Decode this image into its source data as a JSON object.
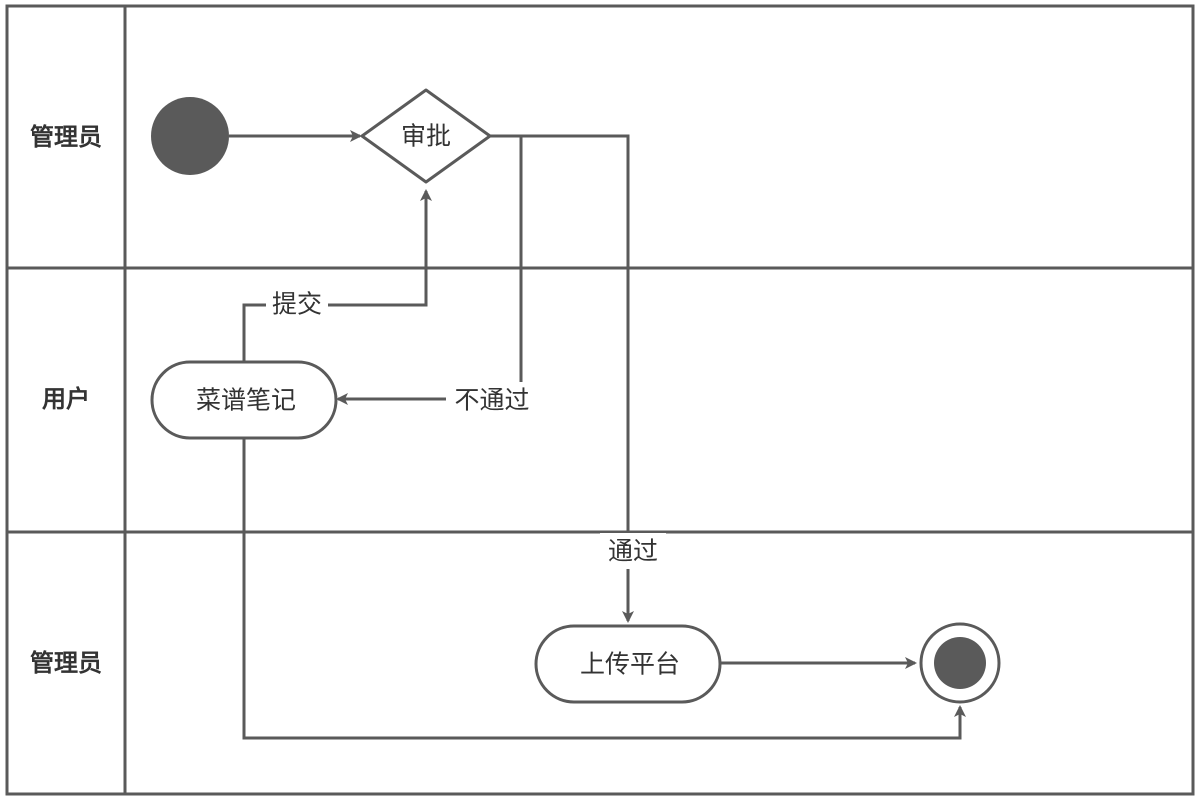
{
  "lanes": [
    {
      "label": "管理员"
    },
    {
      "label": "用户"
    },
    {
      "label": "管理员"
    }
  ],
  "nodes": {
    "initial": {
      "type": "initial"
    },
    "approve": {
      "type": "decision",
      "label": "审批"
    },
    "recipe_note": {
      "type": "activity",
      "label": "菜谱笔记"
    },
    "upload_platform": {
      "type": "activity",
      "label": "上传平台"
    },
    "final": {
      "type": "final"
    }
  },
  "edges": [
    {
      "from": "initial",
      "to": "approve",
      "label": ""
    },
    {
      "from": "recipe_note",
      "to": "approve",
      "label": "提交"
    },
    {
      "from": "approve",
      "to": "recipe_note",
      "label": "不通过"
    },
    {
      "from": "approve",
      "to": "upload_platform",
      "label": "通过"
    },
    {
      "from": "upload_platform",
      "to": "final",
      "label": ""
    },
    {
      "from": "recipe_note",
      "to": "final",
      "label": ""
    }
  ],
  "colors": {
    "stroke": "#5a5a5a",
    "fill_dark": "#5a5a5a",
    "text": "#333333",
    "background": "#ffffff"
  }
}
